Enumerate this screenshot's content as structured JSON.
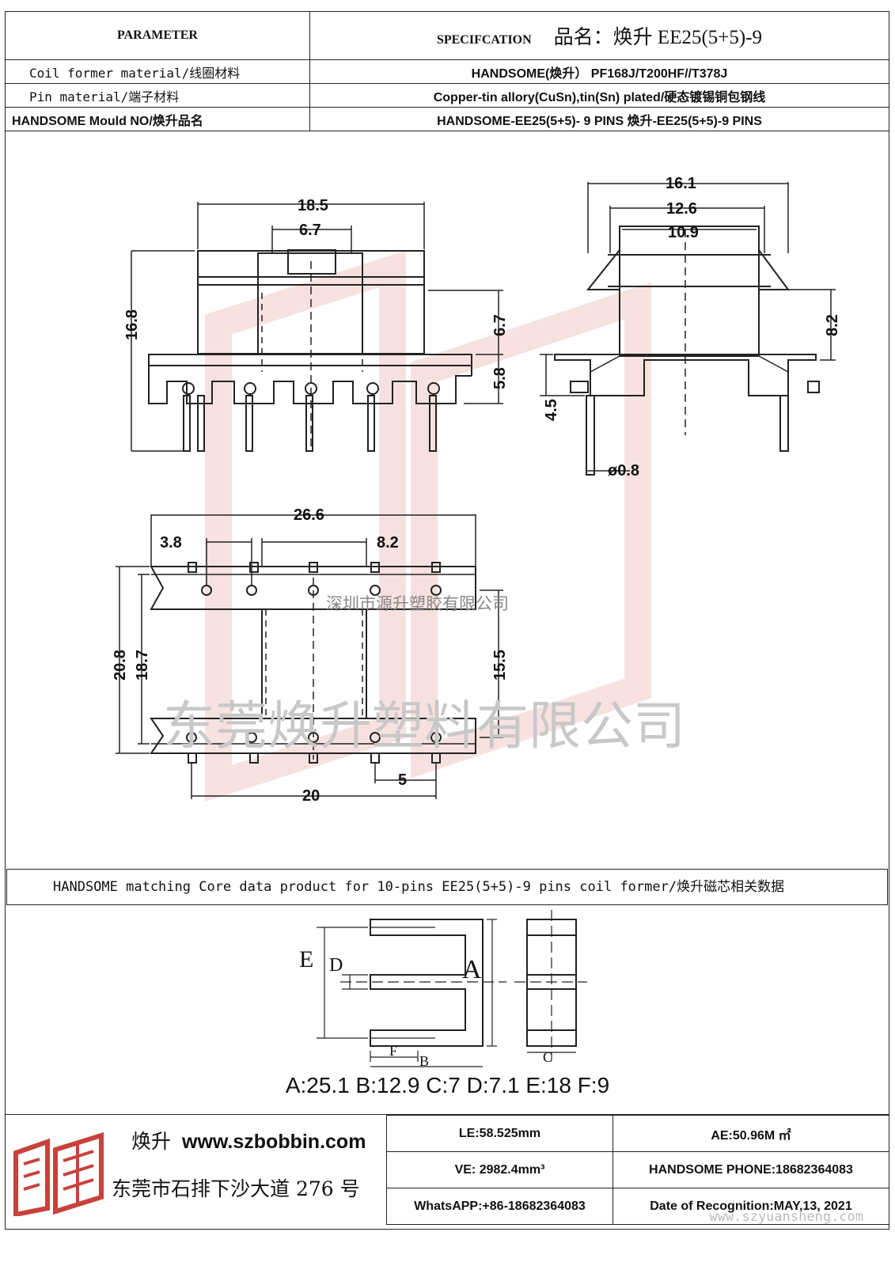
{
  "header": {
    "parameter": "PARAMETER",
    "specification": "SPECIFCATION",
    "product_name": "品名：焕升 EE25(5+5)-9"
  },
  "rows": [
    {
      "label": "Coil former material/线圈材料",
      "value": "HANDSOME(焕升）  PF168J/T200HF//T378J"
    },
    {
      "label": "Pin material/端子材料",
      "value": "Copper-tin allory(CuSn),tin(Sn) plated/硬态镀锡铜包钢线"
    },
    {
      "label": "HANDSOME Mould NO/焕升品名",
      "value": "HANDSOME-EE25(5+5)- 9    PINS    焕升-EE25(5+5)-9 PINS"
    }
  ],
  "dimensions": {
    "A": "18.5",
    "B": "6.7",
    "C": "6.7",
    "D": "5.8",
    "E": "4.5",
    "F": "16.8",
    "G": "16.1",
    "H": "12.6",
    "I": "10.9",
    "J": "8.2",
    "K": "ø0.8",
    "L": "26.6",
    "M": "8.2",
    "N": "3.8",
    "O": "15.5",
    "P": "5",
    "Q": "20",
    "R": "18.7",
    "S": "20.8"
  },
  "watermark_text": {
    "small": "深圳市源升塑胶有限公司",
    "large": "东莞焕升塑料有限公司",
    "url": "www.szyuansheng.com"
  },
  "core_band": "HANDSOME matching Core data  product for 10-pins EE25(5+5)-9  pins coil former/焕升磁芯相关数据",
  "core_labels": {
    "A": "A",
    "B": "B",
    "C": "C",
    "D": "D",
    "E": "E",
    "F": "F"
  },
  "core_dims": "A:25.1 B:12.9 C:7 D:7.1 E:18 F:9",
  "footer": {
    "brand_zh": "焕升",
    "website": "www.szbobbin.com",
    "address": "东莞市石排下沙大道 276 号",
    "le": "LE:58.525mm",
    "ae": "AE:50.96M ㎡",
    "ve": "VE: 2982.4mm³",
    "phone": "HANDSOME PHONE:18682364083",
    "whatsapp": "WhatsAPP:+86-18682364083",
    "date": "Date of Recognition:MAY,13, 2021"
  },
  "colors": {
    "line": "#222222",
    "watermark": "#d9534f"
  }
}
